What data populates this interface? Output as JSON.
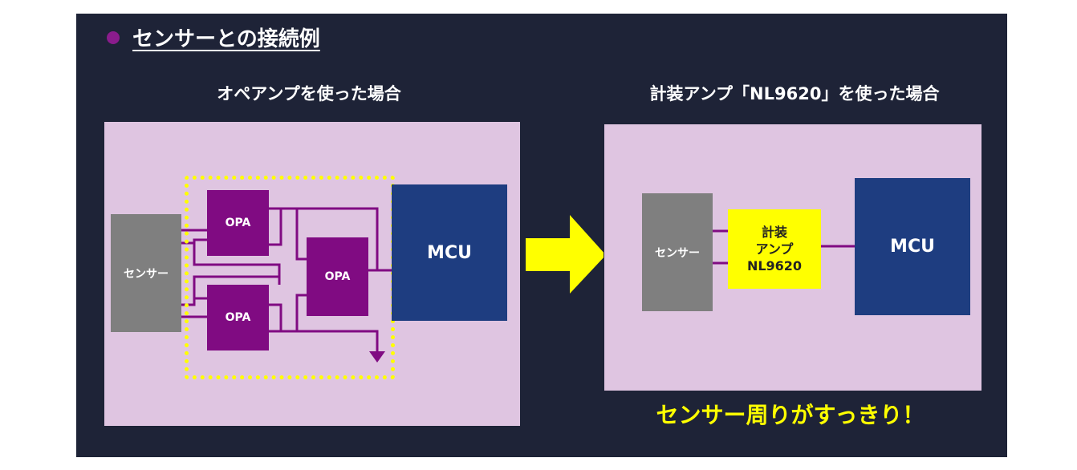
{
  "heading": "センサーとの接続例",
  "left": {
    "subtitle": "オペアンプを使った場合",
    "sensor_label": "センサー",
    "opa_labels": [
      "OPA",
      "OPA",
      "OPA"
    ],
    "mcu_label": "MCU"
  },
  "right": {
    "subtitle": "計装アンプ「NL9620」を使った場合",
    "sensor_label": "センサー",
    "inamp_lines": [
      "計装",
      "アンプ",
      "NL9620"
    ],
    "mcu_label": "MCU"
  },
  "footnote": "センサー周りがすっきり！",
  "colors": {
    "slide_bg": "#1e2337",
    "panel_bg": "#dfc5e1",
    "accent_purple": "#800b82",
    "sensor_gray": "#7f7f7f",
    "mcu_blue": "#1e3d80",
    "highlight_yellow": "#ffff00"
  },
  "icons": {
    "bullet": "circle-bullet-icon",
    "transition_arrow": "right-arrow-icon"
  }
}
